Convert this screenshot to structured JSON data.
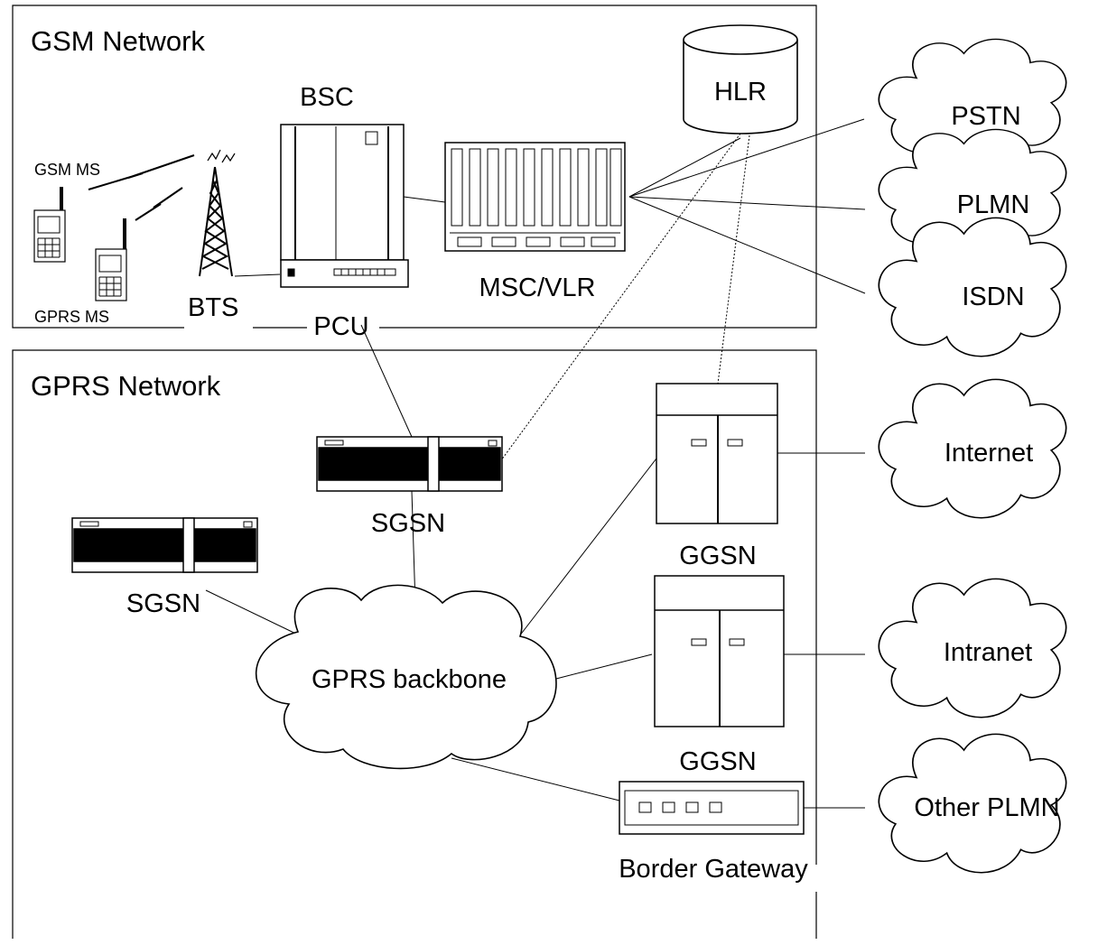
{
  "networks": {
    "gsm_title": "GSM Network",
    "gprs_title": "GPRS Network"
  },
  "nodes": {
    "gsm_ms": "GSM MS",
    "gprs_ms": "GPRS  MS",
    "bts": "BTS",
    "bsc": "BSC",
    "pcu": "PCU",
    "msc_vlr": "MSC/VLR",
    "hlr": "HLR",
    "sgsn_main": "SGSN",
    "sgsn_left": "SGSN",
    "ggsn_upper": "GGSN",
    "ggsn_lower": "GGSN",
    "gprs_backbone": "GPRS backbone",
    "border_gateway": "Border Gateway"
  },
  "external_networks": {
    "pstn": "PSTN",
    "plmn": "PLMN",
    "isdn": "ISDN",
    "internet": "Internet",
    "intranet": "Intranet",
    "other_plmn": "Other PLMN"
  },
  "icons": [
    "mobile-phone-icon",
    "antenna-tower-icon",
    "radio-link-icon",
    "server-cabinet-icon",
    "rack-switch-icon",
    "database-cylinder-icon",
    "router-icon",
    "cloud-icon"
  ]
}
